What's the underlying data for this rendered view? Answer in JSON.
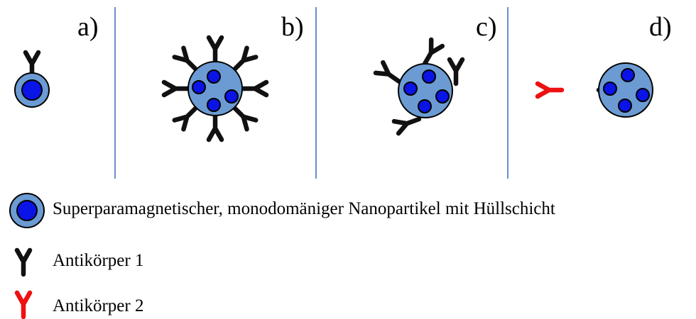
{
  "panels": [
    {
      "label": "a)"
    },
    {
      "label": "b)"
    },
    {
      "label": "c)"
    },
    {
      "label": "d)"
    }
  ],
  "legend": {
    "nanoparticle": "Superparamagnetischer, monodomäniger Nanopartikel mit Hüllschicht",
    "antibody1": "Antikörper 1",
    "antibody2": "Antikörper 2"
  },
  "colors": {
    "shell": "#6b9bd2",
    "core": "#0a14e6",
    "antibody1": "#111111",
    "antibody2": "#ee1111",
    "divider": "#6b8fc9"
  }
}
